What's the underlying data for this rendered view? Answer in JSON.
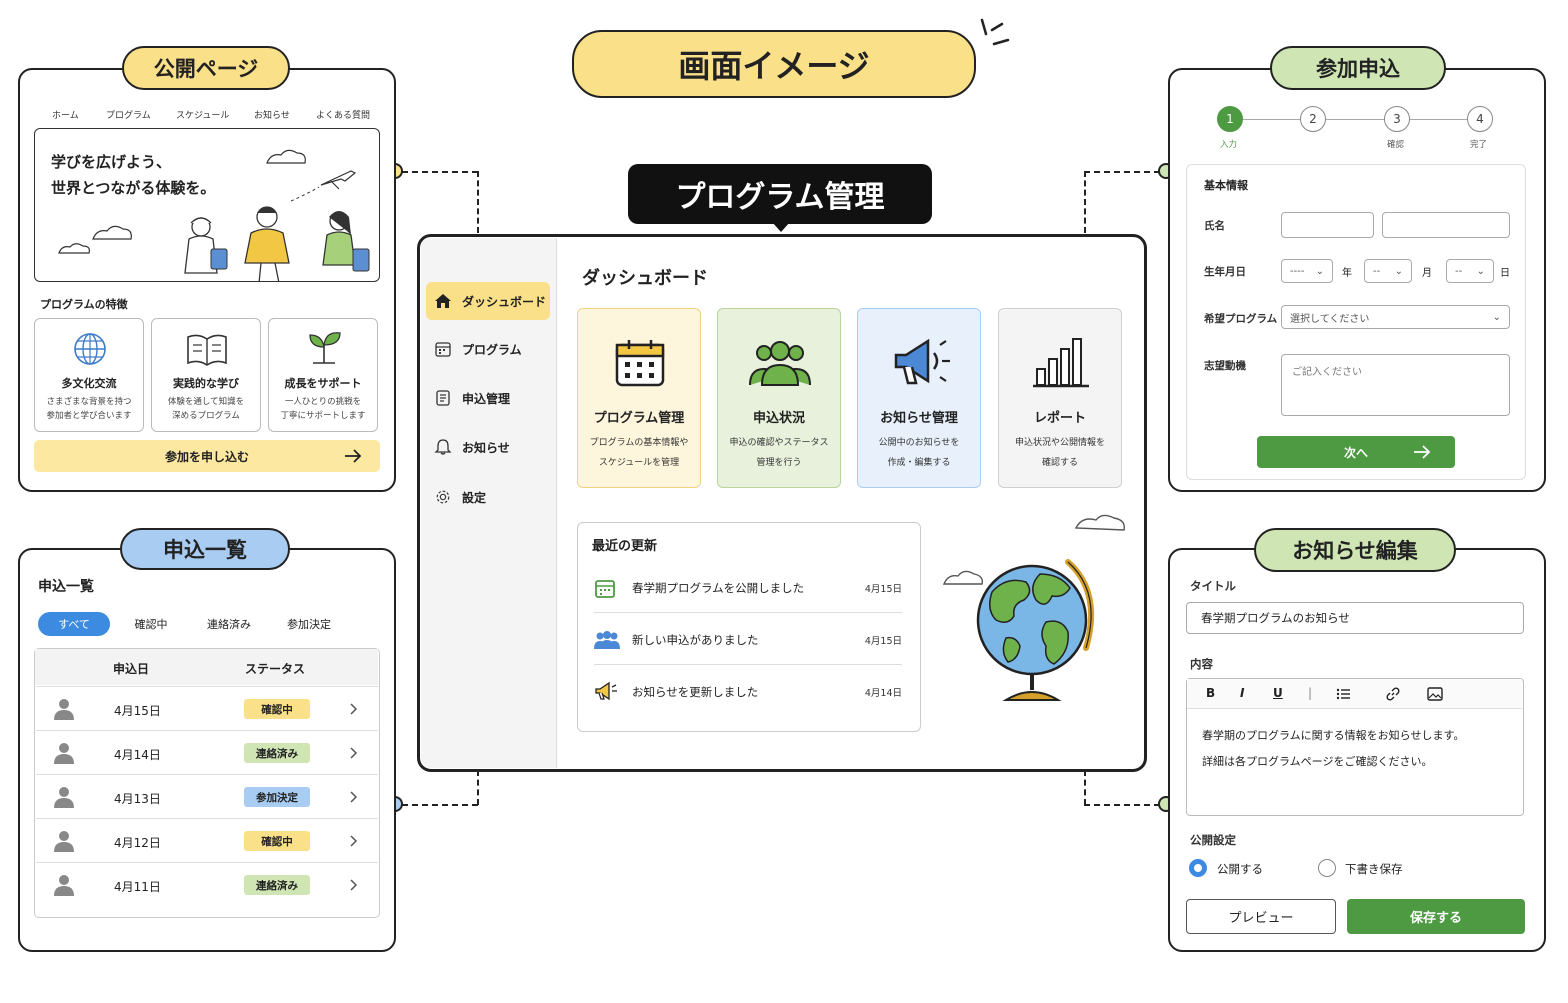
{
  "header": {
    "title": "画面イメージ",
    "center_title": "プログラム管理"
  },
  "colors": {
    "yellow": "#fbe08a",
    "green": "#cfe6b4",
    "blue": "#a9cdf2",
    "accent_green": "#4e9a43",
    "active_blue": "#3d8be0"
  },
  "public_page": {
    "tag": "公開ページ",
    "nav": [
      "ホーム",
      "プログラム",
      "スケジュール",
      "お知らせ",
      "よくある質問"
    ],
    "hero_line1": "学びを広げよう、",
    "hero_line2": "世界とつながる体験を。",
    "features_heading": "プログラムの特徴",
    "features": [
      {
        "title": "多文化交流",
        "desc": "さまざまな背景を持つ\n参加者と学び合います",
        "icon": "globe-icon"
      },
      {
        "title": "実践的な学び",
        "desc": "体験を通して知識を\n深めるプログラム",
        "icon": "book-icon"
      },
      {
        "title": "成長をサポート",
        "desc": "一人ひとりの挑戦を\n丁寧にサポートします",
        "icon": "sprout-icon"
      }
    ],
    "cta": "参加を申し込む"
  },
  "dashboard": {
    "sidebar": [
      {
        "label": "ダッシュボード",
        "icon": "home-icon"
      },
      {
        "label": "プログラム",
        "icon": "calendar-icon"
      },
      {
        "label": "申込管理",
        "icon": "document-icon"
      },
      {
        "label": "お知らせ",
        "icon": "bell-icon"
      },
      {
        "label": "設定",
        "icon": "gear-icon"
      }
    ],
    "title": "ダッシュボード",
    "cards": [
      {
        "title": "プログラム管理",
        "desc": "プログラムの基本情報や\nスケジュールを管理"
      },
      {
        "title": "申込状況",
        "desc": "申込の確認やステータス\n管理を行う"
      },
      {
        "title": "お知らせ管理",
        "desc": "公開中のお知らせを\n作成・編集する"
      },
      {
        "title": "レポート",
        "desc": "申込状況や公開情報を\n確認する"
      }
    ],
    "updates_heading": "最近の更新",
    "updates": [
      {
        "text": "春学期プログラムを公開しました",
        "date": "4月15日"
      },
      {
        "text": "新しい申込がありました",
        "date": "4月15日"
      },
      {
        "text": "お知らせを更新しました",
        "date": "4月14日"
      }
    ]
  },
  "application_list": {
    "tag": "申込一覧",
    "heading": "申込一覧",
    "tabs": [
      "すべて",
      "確認中",
      "連絡済み",
      "参加決定"
    ],
    "columns": [
      "申込日",
      "ステータス"
    ],
    "rows": [
      {
        "date": "4月15日",
        "status": "確認中"
      },
      {
        "date": "4月14日",
        "status": "連絡済み"
      },
      {
        "date": "4月13日",
        "status": "参加決定"
      },
      {
        "date": "4月12日",
        "status": "確認中"
      },
      {
        "date": "4月11日",
        "status": "連絡済み"
      }
    ]
  },
  "signup": {
    "tag": "参加申込",
    "steps": [
      {
        "num": "1",
        "label": "入力"
      },
      {
        "num": "2",
        "label": ""
      },
      {
        "num": "3",
        "label": "確認"
      },
      {
        "num": "4",
        "label": "完了"
      }
    ],
    "section": "基本情報",
    "name_label": "氏名",
    "dob_label": "生年月日",
    "year_value": "----",
    "year_unit": "年",
    "month_value": "--",
    "month_unit": "月",
    "day_value": "--",
    "day_unit": "日",
    "program_label": "希望プログラム",
    "program_placeholder": "選択してください",
    "motive_label": "志望動機",
    "motive_placeholder": "ご記入ください",
    "next": "次へ"
  },
  "notice_edit": {
    "tag": "お知らせ編集",
    "title_label": "タイトル",
    "title_value": "春学期プログラムのお知らせ",
    "content_label": "内容",
    "toolbar": [
      "B",
      "I",
      "U",
      "|"
    ],
    "body_line1": "春学期のプログラムに関する情報をお知らせします。",
    "body_line2": "詳細は各プログラムページをご確認ください。",
    "publish_label": "公開設定",
    "option_publish": "公開する",
    "option_draft": "下書き保存",
    "preview": "プレビュー",
    "save": "保存する"
  }
}
